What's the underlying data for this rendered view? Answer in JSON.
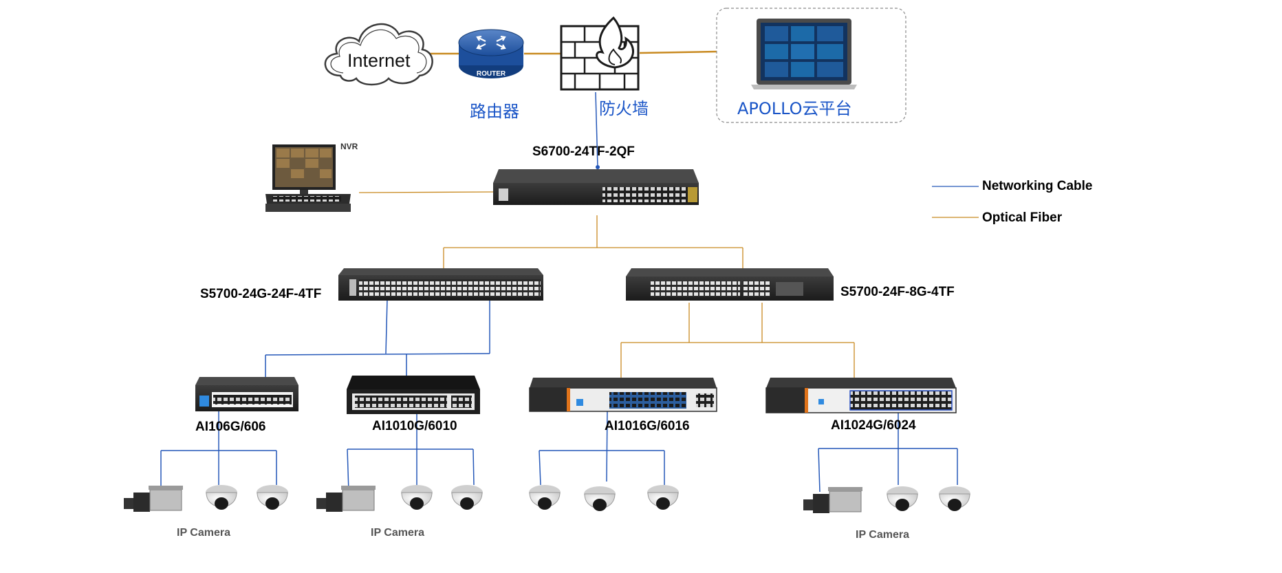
{
  "internet": {
    "label": "Internet"
  },
  "router": {
    "label": "路由器",
    "badge": "ROUTER"
  },
  "firewall": {
    "label": "防火墙"
  },
  "cloud_platform": {
    "label": "APOLLO云平台"
  },
  "nvr": {
    "label": "NVR"
  },
  "core_switch": {
    "label": "S6700-24TF-2QF"
  },
  "agg_switches": [
    {
      "label": "S5700-24G-24F-4TF"
    },
    {
      "label": "S5700-24F-8G-4TF"
    }
  ],
  "poe_switches": [
    {
      "label": "AI106G/606"
    },
    {
      "label": "AI1010G/6010"
    },
    {
      "label": "AI1016G/6016"
    },
    {
      "label": "AI1024G/6024"
    }
  ],
  "camera_groups": [
    {
      "label": "IP Camera"
    },
    {
      "label": "IP Camera"
    },
    {
      "label": "IP Camera"
    }
  ],
  "legend": {
    "networking_cable": "Networking Cable",
    "optical_fiber": "Optical Fiber"
  },
  "colors": {
    "networking_cable": "#2457b8",
    "optical_fiber": "#c8891f",
    "label_blue": "#1a55c7",
    "device_dark": "#2b2b2b"
  }
}
